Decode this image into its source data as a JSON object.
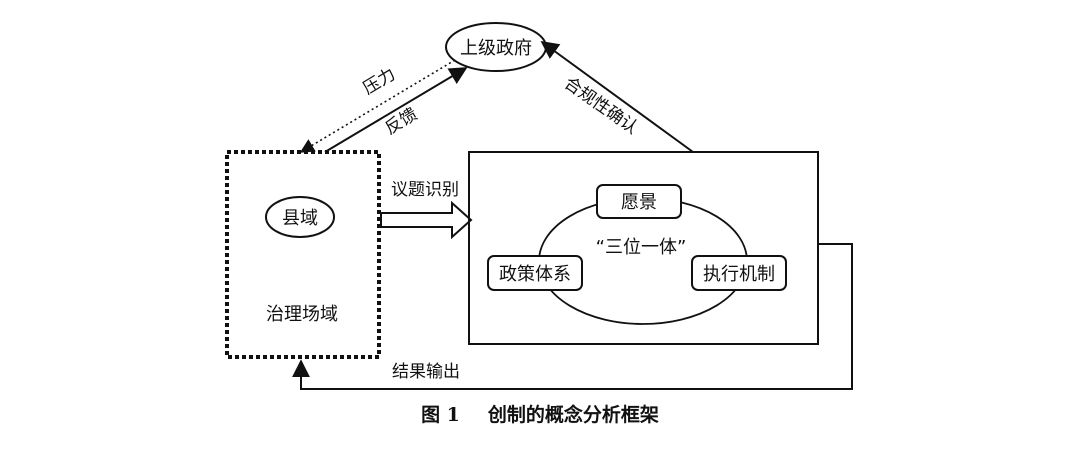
{
  "nodes": {
    "superior": "上级政府",
    "county": "县域",
    "governance_field": "治理场域",
    "vision": "愿景",
    "policy_system": "政策体系",
    "execution": "执行机制",
    "trinity": "“三位一体”"
  },
  "edges": {
    "pressure": "压力",
    "feedback": "反馈",
    "compliance": "合规性确认",
    "issue_identification": "议题识别",
    "result_output": "结果输出"
  },
  "caption": {
    "number": "图 1",
    "title": "创制的概念分析框架"
  }
}
